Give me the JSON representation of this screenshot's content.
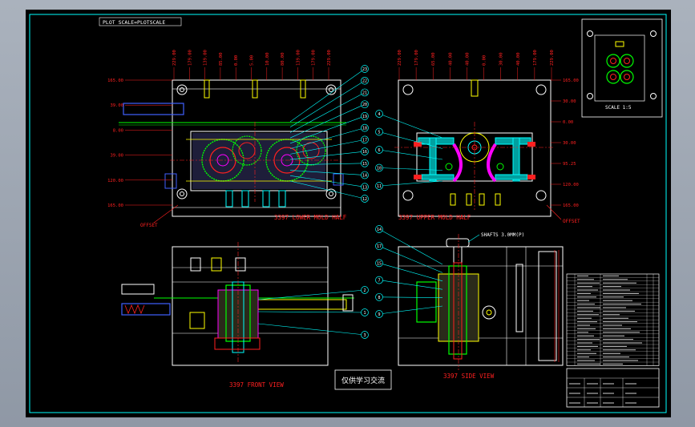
{
  "colors": {
    "background": "#000000",
    "frame": "#00ffff",
    "dimension": "#ff2020",
    "outline": "#ffffff",
    "part_green": "#00ff00",
    "part_yellow": "#ffff00",
    "part_magenta": "#ff00ff",
    "part_blue": "#4060ff",
    "leader": "#00ffff"
  },
  "title_tag": "PLOT SCALE=PLOTSCALE",
  "views": {
    "lower_half": {
      "caption": "3397 LOWER MOLD HALF"
    },
    "upper_half": {
      "caption": "3397 UPPER MOLD HALF"
    },
    "front": {
      "caption": "3397 FRONT VIEW"
    },
    "side": {
      "caption": "3397 SIDE VIEW"
    }
  },
  "inset": {
    "caption": "SCALE 1:5"
  },
  "stamp": "仅供学习交流",
  "offset_labels": {
    "left": "OFFSET",
    "right": "OFFSET"
  },
  "side_note": "SHAFTS 3.0MM(P)",
  "lower_top_dims": [
    "229.00",
    "179.00",
    "139.00",
    "85.00",
    "0.00",
    "5.00",
    "10.00",
    "80.00",
    "139.00",
    "179.00",
    "229.00"
  ],
  "lower_left_dims": [
    "165.00",
    "39.00",
    "8.00",
    "39.00",
    "120.00",
    "165.00"
  ],
  "upper_top_dims": [
    "229.00",
    "179.00",
    "65.00",
    "40.00",
    "40.00",
    "0.00",
    "30.00",
    "40.00",
    "179.00",
    "229.00"
  ],
  "upper_right_dims": [
    "165.00",
    "30.00",
    "0.00",
    "30.00",
    "95.25",
    "120.00",
    "165.00"
  ],
  "balloons_lower": [
    "23",
    "22",
    "21",
    "20",
    "19",
    "18",
    "17",
    "16",
    "15",
    "14",
    "13",
    "12"
  ],
  "balloons_upper": [
    "4",
    "5",
    "6",
    "10",
    "11"
  ],
  "balloons_front": [
    "2",
    "1",
    "3"
  ],
  "balloons_side": [
    "14",
    "17",
    "15",
    "7",
    "8",
    "9"
  ],
  "parts_rows": 26,
  "title_block_rows": 4
}
